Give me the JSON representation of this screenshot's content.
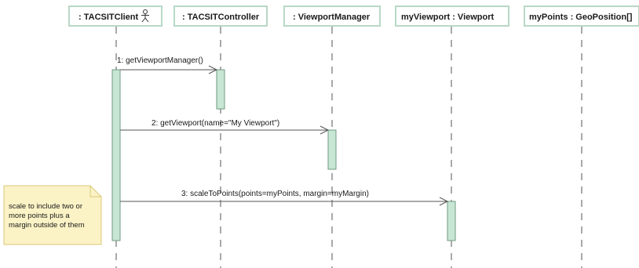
{
  "lifelines": [
    {
      "label": ": TACSITClient",
      "has_actor_icon": true
    },
    {
      "label": ": TACSITController",
      "has_actor_icon": false
    },
    {
      "label": ": ViewportManager",
      "has_actor_icon": false
    },
    {
      "label": "myViewport : Viewport",
      "has_actor_icon": false
    },
    {
      "label": "myPoints : GeoPosition[]",
      "has_actor_icon": false
    }
  ],
  "messages": [
    {
      "label": "1: getViewportManager()",
      "from": 0,
      "to": 1
    },
    {
      "label": "2: getViewport(name=\"My Viewport\")",
      "from": 0,
      "to": 2
    },
    {
      "label": "3: scaleToPoints(points=myPoints, margin=myMargin)",
      "from": 0,
      "to": 3
    }
  ],
  "note": {
    "lines": [
      "scale to include two or",
      "more points plus a",
      "margin outside of them"
    ]
  },
  "colors": {
    "head_fill": "#ffffff",
    "head_stroke": "#b9d8c6",
    "activation_fill": "#c8e6d4",
    "activation_stroke": "#6e9a80",
    "line": "#555555",
    "note_fill": "#fbf3c6",
    "note_stroke": "#d9c77a"
  }
}
